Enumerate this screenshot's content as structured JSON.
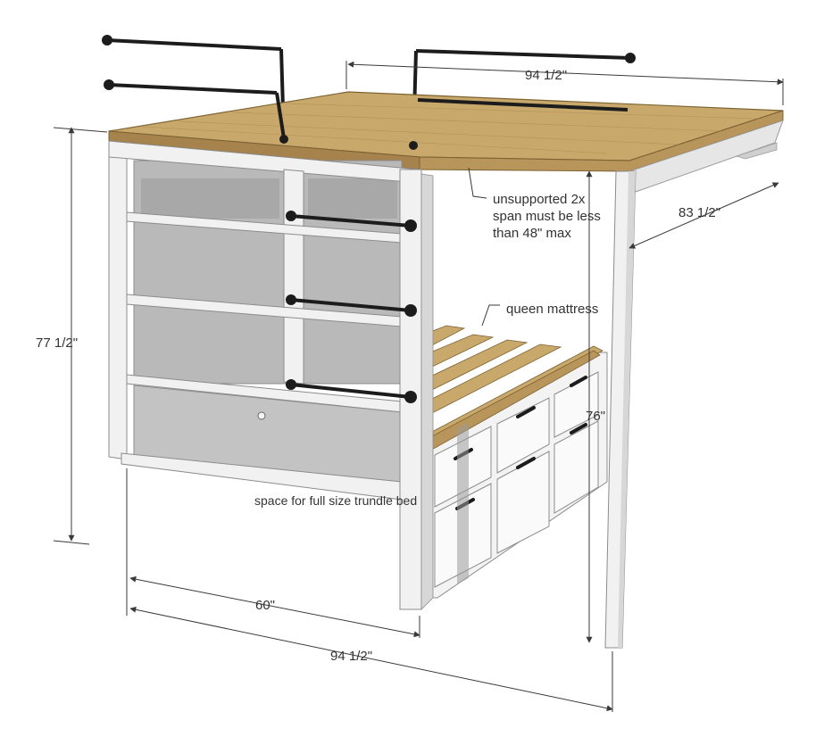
{
  "dimensions": {
    "top_length": "94 1/2\"",
    "depth": "83 1/2\"",
    "overall_height": "77 1/2\"",
    "bunk_height": "76\"",
    "bottom_width": "60\"",
    "bottom_length": "94 1/2\""
  },
  "annotations": {
    "span_note_line1": "unsupported 2x",
    "span_note_line2": "span must be less",
    "span_note_line3": "than 48\" max",
    "mattress": "queen mattress",
    "trundle": "space for full size trundle bed"
  },
  "colors": {
    "wood_top": "#c9a96b",
    "wood_front": "#a6834c",
    "frame_white": "#f1f1f1",
    "panel_gray": "#b9b9b9",
    "panel_dark": "#9a9a9a",
    "pipe_black": "#1c1c1c",
    "dimension_line": "#3a3a3a"
  }
}
